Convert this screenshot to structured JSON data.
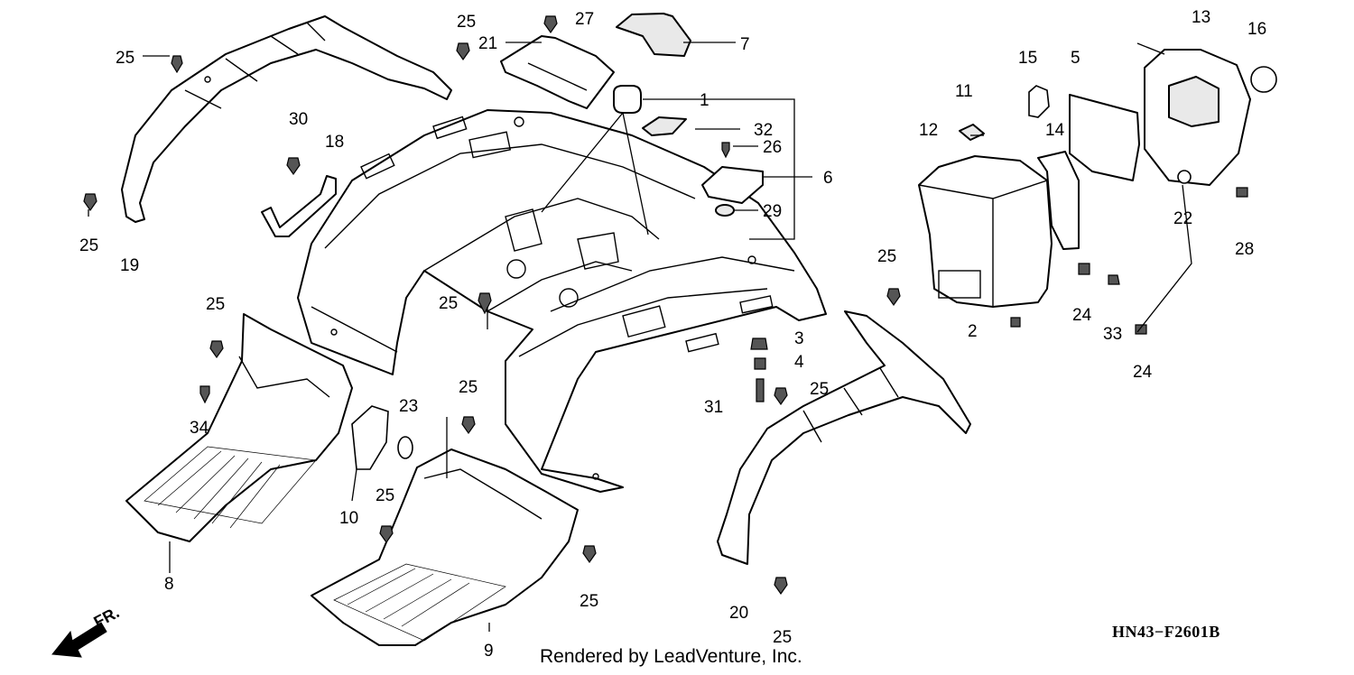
{
  "diagram": {
    "code": "HN43−F2601B",
    "credit": "Rendered by LeadVenture, Inc.",
    "direction_label": "FR.",
    "callouts": {
      "c1": "1",
      "c2": "2",
      "c3": "3",
      "c4": "4",
      "c5": "5",
      "c6": "6",
      "c7": "7",
      "c8": "8",
      "c9": "9",
      "c10": "10",
      "c11": "11",
      "c12": "12",
      "c13": "13",
      "c14": "14",
      "c15": "15",
      "c16": "16",
      "c18": "18",
      "c19": "19",
      "c20": "20",
      "c21": "21",
      "c22": "22",
      "c23": "23",
      "c24": "24",
      "c25": "25",
      "c26": "26",
      "c27": "27",
      "c28": "28",
      "c29": "29",
      "c30": "30",
      "c31": "31",
      "c32": "32",
      "c33": "33",
      "c34": "34"
    }
  }
}
